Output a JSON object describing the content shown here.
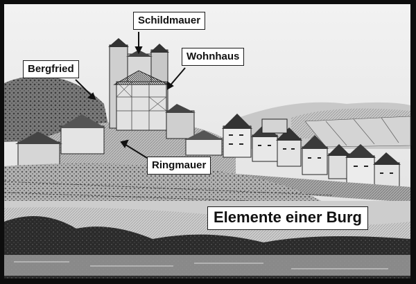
{
  "labels": {
    "schildmauer": "Schildmauer",
    "wohnhaus": "Wohnhaus",
    "bergfried": "Bergfried",
    "ringmauer": "Ringmauer",
    "title": "Elemente einer Burg"
  },
  "colors": {
    "sky": "#ededed",
    "frame": "#0d0d0d",
    "ink": "#111111",
    "label_bg": "#ffffff"
  }
}
